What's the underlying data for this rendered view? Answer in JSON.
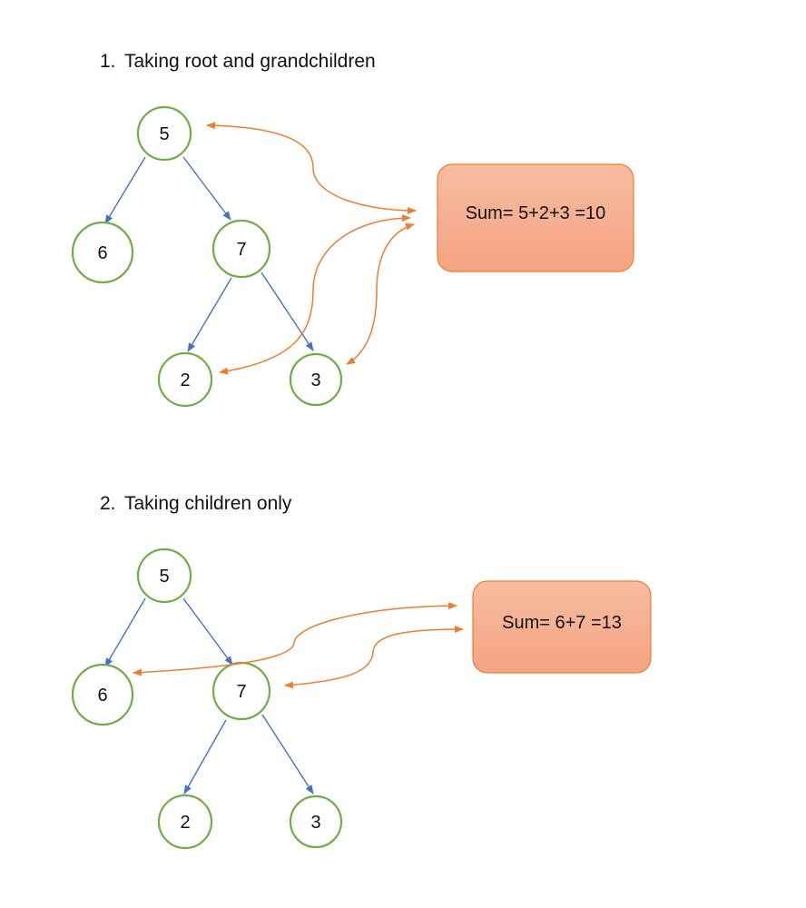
{
  "colors": {
    "node_stroke": "#70ad47",
    "tree_edge": "#4472c4",
    "link": "#ed7d31",
    "box_fill_top": "#f7bca1",
    "box_fill_bottom": "#f5a382",
    "box_stroke": "#ed7d31"
  },
  "sections": [
    {
      "number": "1.",
      "title": "Taking root and grandchildren",
      "tree": {
        "root": "5",
        "left_child": "6",
        "right_child": "7",
        "right_left_grandchild": "2",
        "right_right_grandchild": "3"
      },
      "sum_label": "Sum= 5+2+3 =10",
      "linked_nodes": [
        "5",
        "2",
        "3"
      ]
    },
    {
      "number": "2.",
      "title": "Taking children only",
      "tree": {
        "root": "5",
        "left_child": "6",
        "right_child": "7",
        "right_left_grandchild": "2",
        "right_right_grandchild": "3"
      },
      "sum_label": "Sum= 6+7 =13",
      "linked_nodes": [
        "6",
        "7"
      ]
    }
  ]
}
